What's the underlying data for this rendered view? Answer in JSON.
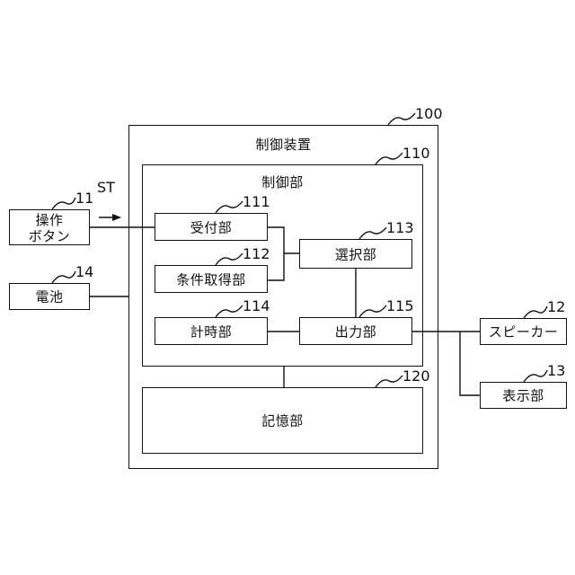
{
  "blocks": {
    "control_device": {
      "label": "制御装置",
      "ref": "100"
    },
    "control_unit": {
      "label": "制御部",
      "ref": "110"
    },
    "storage": {
      "label": "記憶部",
      "ref": "120"
    },
    "reception": {
      "label": "受付部",
      "ref": "111"
    },
    "condition": {
      "label": "条件取得部",
      "ref": "112"
    },
    "selection": {
      "label": "選択部",
      "ref": "113"
    },
    "timer": {
      "label": "計時部",
      "ref": "114"
    },
    "output": {
      "label": "出力部",
      "ref": "115"
    },
    "button": {
      "label_line1": "操作",
      "label_line2": "ボタン",
      "ref": "11"
    },
    "battery": {
      "label": "電池",
      "ref": "14"
    },
    "speaker": {
      "label": "スピーカー",
      "ref": "12"
    },
    "display": {
      "label": "表示部",
      "ref": "13"
    }
  },
  "signal": {
    "label": "ST"
  }
}
